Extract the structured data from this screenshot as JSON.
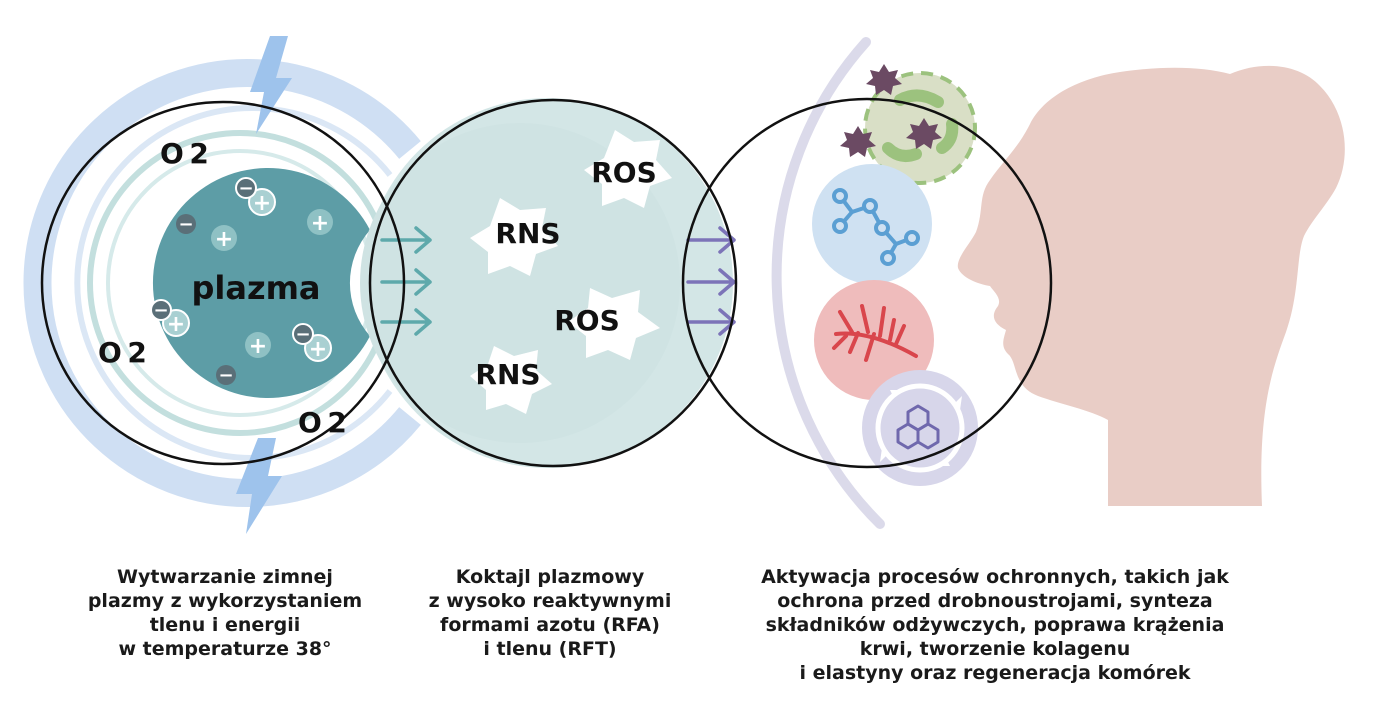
{
  "colors": {
    "plasma_fill": "#5d9da6",
    "cloud_fill": "#d3e6e6",
    "ring_blue": "#cfdff3",
    "teal_ring": "#c3dfde",
    "arrow_teal": "#5ea9ab",
    "arrow_violet": "#7c74b8",
    "lightning": "#9ec3ec",
    "face": "#e9cdc6",
    "bacteria_bg": "#d9dfc6",
    "bacteria_rod": "#9cc27e",
    "bacteria_star": "#6b4a63",
    "nutrient_bg": "#cfe1f2",
    "nutrient_line": "#5b9fd3",
    "blood_bg": "#efbcbc",
    "blood_line": "#d9464c",
    "regen_bg": "#d7d6ea",
    "regen_line": "#6f68ad",
    "shield": "#dbdaea"
  },
  "diagram": {
    "stage1": {
      "plasma_label": "plazma",
      "oxygen_labels": [
        "O 2",
        "O 2",
        "O 2"
      ],
      "ion_minus": "−",
      "ion_plus": "+"
    },
    "stage2": {
      "species": [
        "ROS",
        "RNS",
        "ROS",
        "RNS"
      ]
    },
    "stage3": {
      "icons": [
        "bacteria-icon",
        "molecule-icon",
        "blood-vessel-icon",
        "collagen-regeneration-icon"
      ]
    }
  },
  "captions": {
    "stage1": [
      "Wytwarzanie zimnej",
      "plazmy z wykorzystaniem",
      "tlenu i energii",
      "w temperaturze 38°"
    ],
    "stage2": [
      "Koktajl plazmowy",
      "z wysoko reaktywnymi",
      "formami azotu (RFA)",
      "i tlenu (RFT)"
    ],
    "stage3": [
      "Aktywacja procesów ochronnych, takich jak",
      "ochrona przed drobnoustrojami, synteza",
      "składników odżywczych, poprawa krążenia",
      "krwi, tworzenie kolagenu",
      "i elastyny oraz regeneracja komórek"
    ]
  }
}
